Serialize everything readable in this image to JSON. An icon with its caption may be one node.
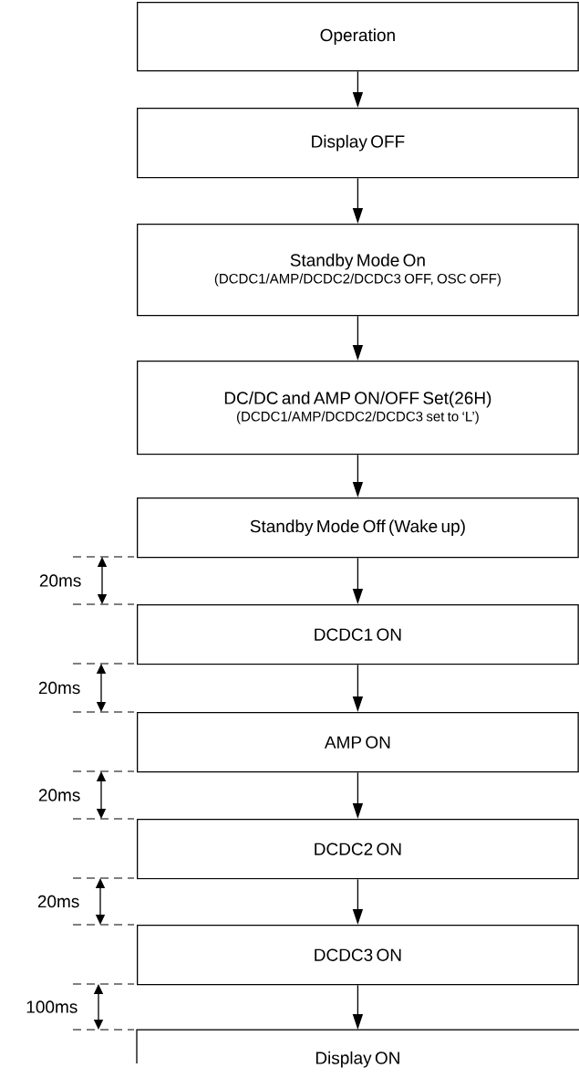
{
  "diagram": {
    "nodes": [
      {
        "text": [
          "Operation"
        ]
      },
      {
        "text": [
          "Display OFF"
        ]
      },
      {
        "text": [
          "Standby Mode On",
          "(DCDC1/AMP/DCDC2/DCDC3 OFF, OSC OFF)"
        ]
      },
      {
        "text": [
          "DC/DC and AMP ON/OFF Set(26H)",
          "(DCDC1/AMP/DCDC2/DCDC3 set to ‘L’)"
        ]
      },
      {
        "text": [
          "Standby Mode Off (Wake up)"
        ]
      },
      {
        "text": [
          "DCDC1 ON"
        ]
      },
      {
        "text": [
          "AMP ON"
        ]
      },
      {
        "text": [
          "DCDC2 ON"
        ]
      },
      {
        "text": [
          "DCDC3 ON"
        ]
      },
      {
        "text": [
          "Display ON"
        ]
      }
    ],
    "edges": [
      {
        "from": 0,
        "to": 1,
        "arrow": "to"
      },
      {
        "from": 1,
        "to": 2,
        "arrow": "to"
      },
      {
        "from": 2,
        "to": 3,
        "arrow": "to"
      },
      {
        "from": 3,
        "to": 4,
        "arrow": "to"
      },
      {
        "from": 4,
        "to": 5,
        "arrow": "to"
      },
      {
        "from": 5,
        "to": 6,
        "arrow": "to"
      },
      {
        "from": 6,
        "to": 7,
        "arrow": "to"
      },
      {
        "from": 7,
        "to": 8,
        "arrow": "to"
      },
      {
        "from": 8,
        "to": 9,
        "arrow": "to"
      }
    ],
    "labels": [
      "20ms",
      "20ms",
      "20ms",
      "20ms",
      "100ms"
    ]
  }
}
